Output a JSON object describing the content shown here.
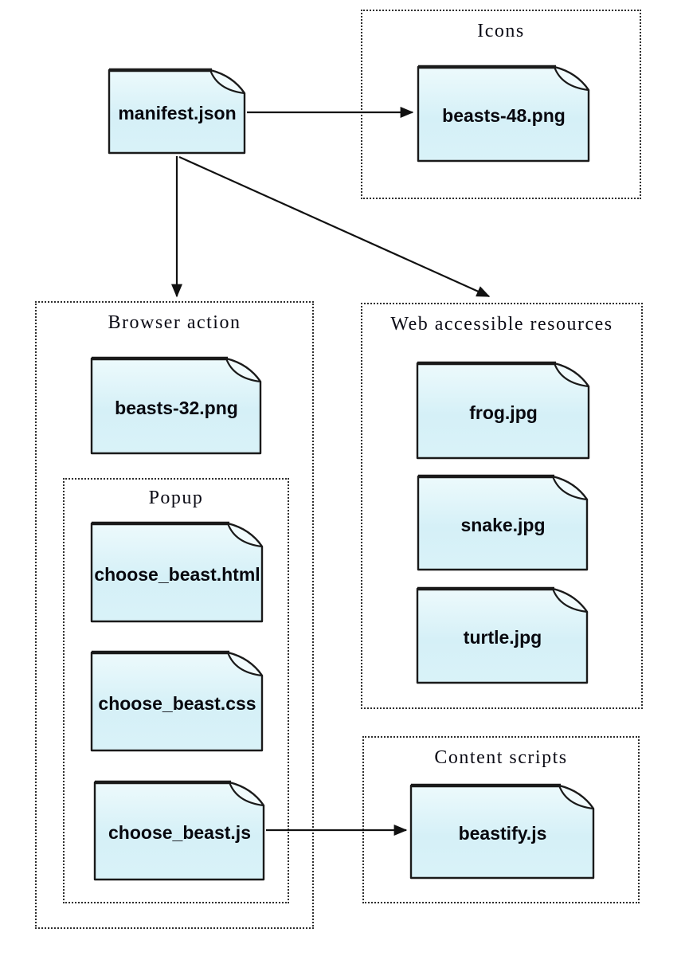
{
  "groups": {
    "icons": {
      "label": "Icons"
    },
    "browser_action": {
      "label": "Browser action"
    },
    "popup": {
      "label": "Popup"
    },
    "web_accessible_resources": {
      "label": "Web accessible resources"
    },
    "content_scripts": {
      "label": "Content scripts"
    }
  },
  "files": {
    "manifest": {
      "label": "manifest.json"
    },
    "beasts48": {
      "label": "beasts-48.png"
    },
    "beasts32": {
      "label": "beasts-32.png"
    },
    "choose_beast_html": {
      "label": "choose_beast.html"
    },
    "choose_beast_css": {
      "label": "choose_beast.css"
    },
    "choose_beast_js": {
      "label": "choose_beast.js"
    },
    "frog": {
      "label": "frog.jpg"
    },
    "snake": {
      "label": "snake.jpg"
    },
    "turtle": {
      "label": "turtle.jpg"
    },
    "beastify": {
      "label": "beastify.js"
    }
  },
  "connections": [
    {
      "from": "manifest.json",
      "to": "beasts-48.png"
    },
    {
      "from": "manifest.json",
      "to": "Browser action"
    },
    {
      "from": "manifest.json",
      "to": "Web accessible resources"
    },
    {
      "from": "choose_beast.js",
      "to": "beastify.js"
    }
  ],
  "colors": {
    "file_fill_top": "#ecfafc",
    "file_fill_bottom": "#d2eff7",
    "file_fold_fill": "#f1fbfd",
    "file_border": "#1a1a1a",
    "group_border": "#2e2e2e",
    "arrow": "#111111",
    "background": "#ffffff",
    "text": "#08080f"
  }
}
